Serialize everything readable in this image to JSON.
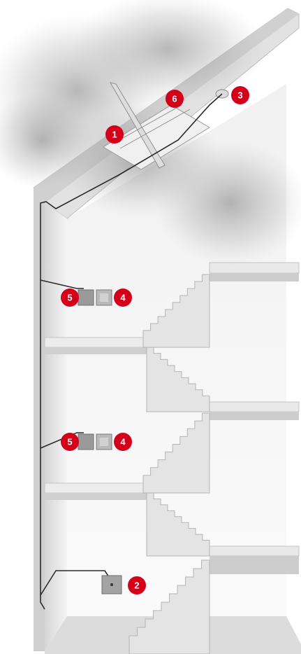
{
  "colors": {
    "badge": "#d4001a",
    "badge_text": "#ffffff",
    "wall": "#e6e6e6",
    "wall_dark": "#c9c9c9",
    "cable": "#2a2a2a",
    "smoke": "#8a8a8a"
  },
  "callouts": [
    {
      "id": "1",
      "label": "1",
      "icon": "smoke-vent-window-icon"
    },
    {
      "id": "2",
      "label": "2",
      "icon": "control-panel-icon"
    },
    {
      "id": "3",
      "label": "3",
      "icon": "smoke-detector-icon"
    },
    {
      "id": "4a",
      "label": "4",
      "icon": "vent-button-icon"
    },
    {
      "id": "5a",
      "label": "5",
      "icon": "manual-call-point-icon"
    },
    {
      "id": "4b",
      "label": "4",
      "icon": "vent-button-icon"
    },
    {
      "id": "5b",
      "label": "5",
      "icon": "manual-call-point-icon"
    },
    {
      "id": "6",
      "label": "6",
      "icon": "window-actuator-icon"
    }
  ]
}
